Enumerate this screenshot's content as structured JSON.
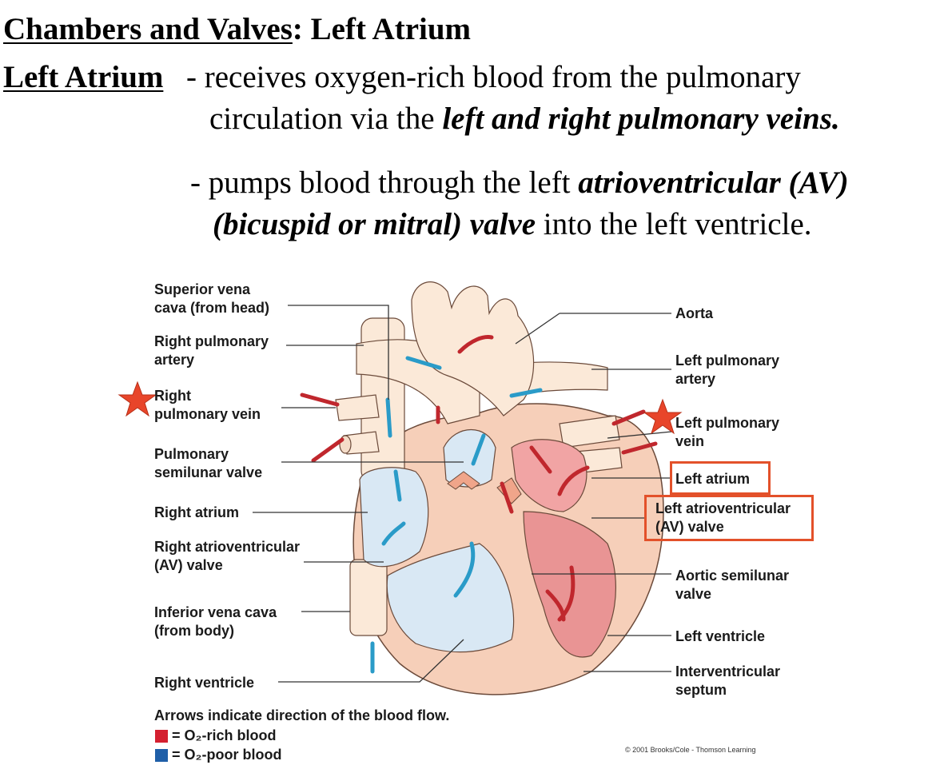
{
  "heading": {
    "title_underlined": "Chambers and Valves",
    "title_rest": ": Left Atrium"
  },
  "definition": {
    "term": "Left Atrium",
    "line1": " - receives oxygen-rich blood from the pulmonary",
    "line2_plain": "circulation via the ",
    "line2_emph": "left and right pulmonary veins.",
    "line3_plain": "- pumps blood through the left ",
    "line3_emph": "atrioventricular (AV)",
    "line4_emph": "(bicuspid or mitral) valve",
    "line4_plain": " into the left ventricle."
  },
  "labels": {
    "svc_1": "Superior vena",
    "svc_2": "cava (from head)",
    "rpa_1": "Right pulmonary",
    "rpa_2": "artery",
    "rpv_1": "Right",
    "rpv_2": "pulmonary vein",
    "psv_1": "Pulmonary",
    "psv_2": "semilunar valve",
    "ra": "Right atrium",
    "rav_1": "Right atrioventricular",
    "rav_2": "(AV) valve",
    "ivc_1": "Inferior vena cava",
    "ivc_2": "(from body)",
    "rv": "Right ventricle",
    "aorta": "Aorta",
    "lpa_1": "Left pulmonary",
    "lpa_2": "artery",
    "lpv_1": "Left pulmonary",
    "lpv_2": "vein",
    "la": "Left atrium",
    "lav_1": "Left atrioventricular",
    "lav_2": "(AV) valve",
    "asv_1": "Aortic semilunar",
    "asv_2": "valve",
    "lv": "Left ventricle",
    "ivs_1": "Interventricular",
    "ivs_2": "septum"
  },
  "legend": {
    "caption": "Arrows indicate direction of the blood flow.",
    "rich": "= O₂-rich blood",
    "poor": "= O₂-poor blood"
  },
  "copyright": "© 2001 Brooks/Cole - Thomson Learning",
  "colors": {
    "highlight_box": "#e3512a",
    "star": "#e8452a",
    "oxygen_rich": "#d42030",
    "oxygen_poor": "#1f5fa8"
  }
}
